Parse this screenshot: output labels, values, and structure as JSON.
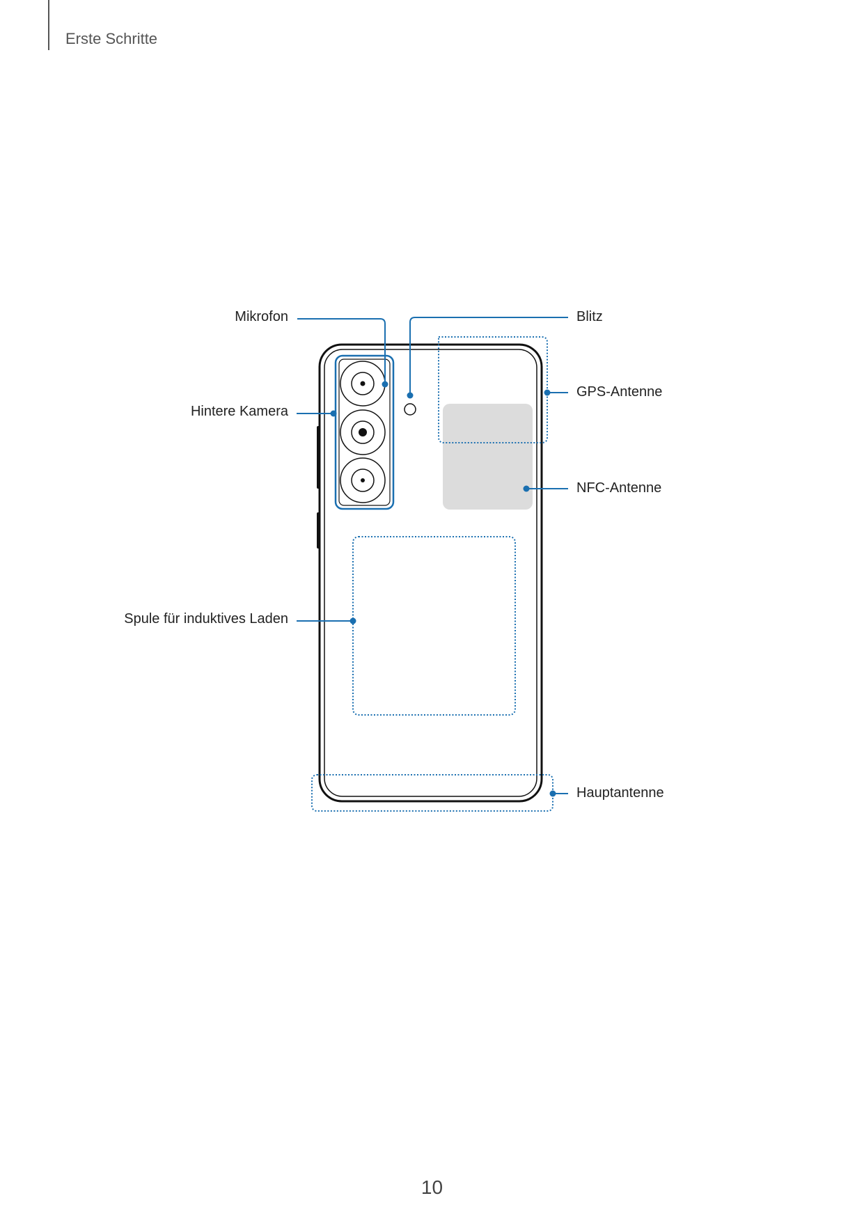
{
  "header": {
    "section_title": "Erste Schritte"
  },
  "figure": {
    "callouts": {
      "mikrofon": "Mikrofon",
      "hintere_kamera": "Hintere Kamera",
      "spule": "Spule für induktives Laden",
      "blitz": "Blitz",
      "gps_antenne": "GPS-Antenne",
      "nfc_antenne": "NFC-Antenne",
      "hauptantenne": "Hauptantenne"
    },
    "colors": {
      "callout_blue": "#1a6fb0",
      "outline": "#111111",
      "nfc_area": "#dcdcdc"
    }
  },
  "footer": {
    "page_number": "10"
  }
}
